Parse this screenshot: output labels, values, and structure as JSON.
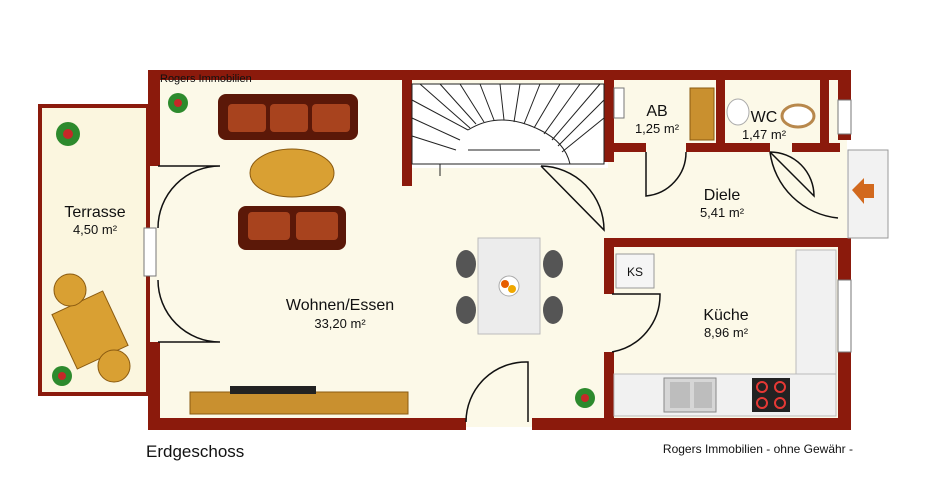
{
  "plan": {
    "brand": "Rogers Immobilien",
    "floor_label": "Erdgeschoss",
    "disclaimer": "Rogers Immobilien - ohne Gewähr -",
    "colors": {
      "wall": "#8b1a0c",
      "floor": "#fcf9e8",
      "terrace": "#fbf6df",
      "wood": "#c9902f",
      "sofa": "#7a2410",
      "counter": "#f1f1f1"
    }
  },
  "rooms": {
    "terrasse": {
      "name": "Terrasse",
      "area": "4,50 m²"
    },
    "wohnen": {
      "name": "Wohnen/Essen",
      "area": "33,20 m²"
    },
    "ab": {
      "name": "AB",
      "area": "1,25 m²"
    },
    "wc": {
      "name": "WC",
      "area": "1,47 m²"
    },
    "diele": {
      "name": "Diele",
      "area": "5,41 m²"
    },
    "kueche": {
      "name": "Küche",
      "area": "8,96 m²"
    },
    "ks": {
      "name": "KS"
    }
  }
}
